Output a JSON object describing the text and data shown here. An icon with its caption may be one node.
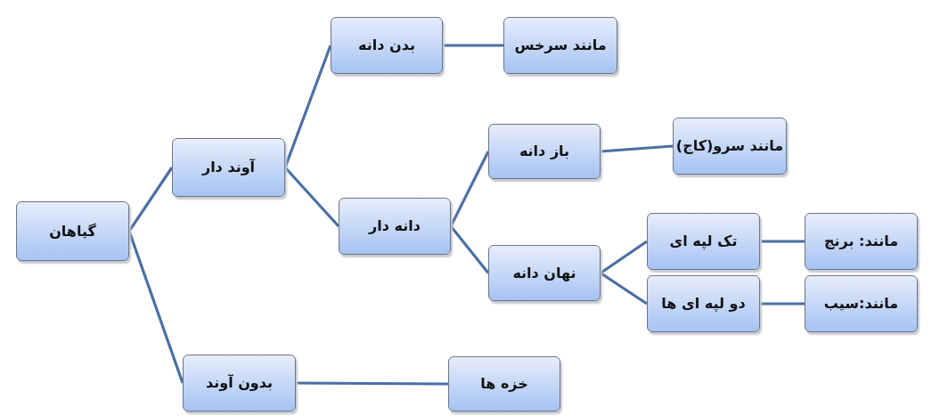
{
  "diagram": {
    "nodes": [
      {
        "text": [
          "گیاهان"
        ]
      },
      {
        "text": [
          "آوند دار"
        ]
      },
      {
        "text": [
          "بدن دانه"
        ]
      },
      {
        "text": [
          "مانند سرخس"
        ]
      },
      {
        "text": [
          "دانه دار"
        ]
      },
      {
        "text": [
          "باز دانه"
        ]
      },
      {
        "text": [
          "مانند سرو(کاج)"
        ]
      },
      {
        "text": [
          "نهان دانه"
        ]
      },
      {
        "text": [
          "تک لپه ای"
        ]
      },
      {
        "text": [
          "مانند: برنج"
        ]
      },
      {
        "text": [
          "دو لپه ای ها"
        ]
      },
      {
        "text": [
          "مانند:سیب"
        ]
      },
      {
        "text": [
          "بدون آوند"
        ]
      },
      {
        "text": [
          "خزه ها"
        ]
      }
    ],
    "edges": [
      {
        "from": 0,
        "to": 1,
        "arrow": "none"
      },
      {
        "from": 0,
        "to": 12,
        "arrow": "none"
      },
      {
        "from": 1,
        "to": 2,
        "arrow": "none"
      },
      {
        "from": 1,
        "to": 4,
        "arrow": "none"
      },
      {
        "from": 2,
        "to": 3,
        "arrow": "none"
      },
      {
        "from": 4,
        "to": 5,
        "arrow": "none"
      },
      {
        "from": 4,
        "to": 7,
        "arrow": "none"
      },
      {
        "from": 5,
        "to": 6,
        "arrow": "none"
      },
      {
        "from": 7,
        "to": 8,
        "arrow": "none"
      },
      {
        "from": 7,
        "to": 10,
        "arrow": "none"
      },
      {
        "from": 8,
        "to": 9,
        "arrow": "none"
      },
      {
        "from": 10,
        "to": 11,
        "arrow": "none"
      },
      {
        "from": 12,
        "to": 13,
        "arrow": "none"
      }
    ]
  }
}
